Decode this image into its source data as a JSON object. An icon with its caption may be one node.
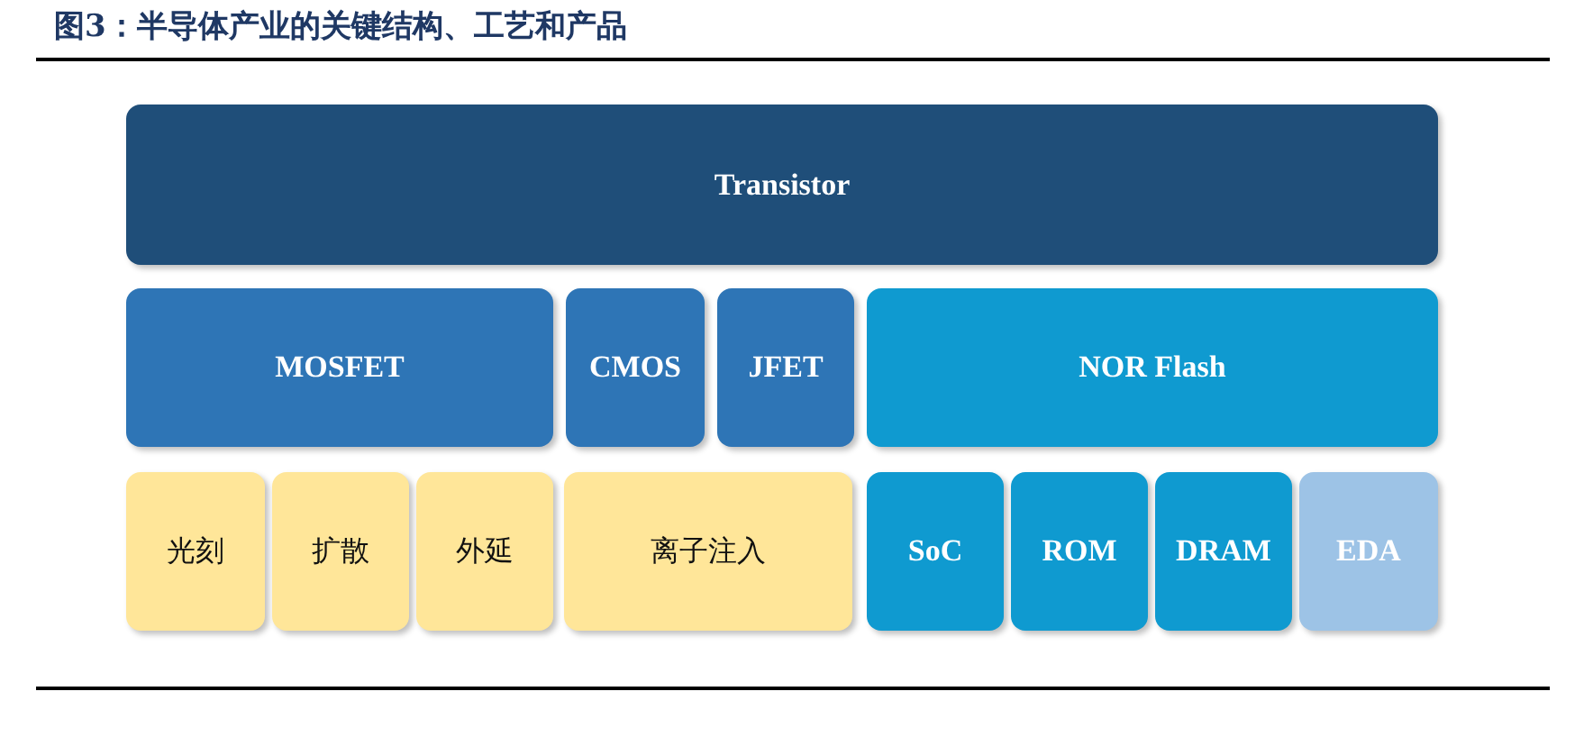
{
  "diagram": {
    "title": "图3：半导体产业的关键结构、工艺和产品",
    "nodes": [
      {
        "text": [
          "Transistor"
        ]
      },
      {
        "text": [
          "MOSFET"
        ]
      },
      {
        "text": [
          "CMOS"
        ]
      },
      {
        "text": [
          "JFET"
        ]
      },
      {
        "text": [
          "NOR Flash"
        ]
      },
      {
        "text": [
          "光刻"
        ]
      },
      {
        "text": [
          "扩散"
        ]
      },
      {
        "text": [
          "外延"
        ]
      },
      {
        "text": [
          "离子注入"
        ]
      },
      {
        "text": [
          "SoC"
        ]
      },
      {
        "text": [
          "ROM"
        ]
      },
      {
        "text": [
          "DRAM"
        ]
      },
      {
        "text": [
          "EDA"
        ]
      }
    ]
  }
}
